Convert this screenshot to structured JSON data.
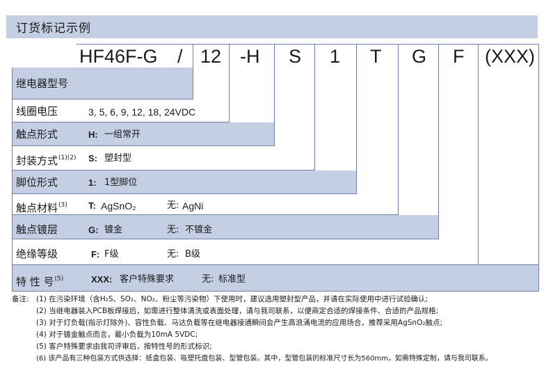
{
  "header": {
    "title": "订货标记示例"
  },
  "code": {
    "parts": [
      "HF46F-G",
      "/",
      "12",
      "-H",
      "S",
      "1",
      "T",
      "G",
      "F",
      "(XXX)"
    ]
  },
  "rows": [
    {
      "label": "继电器型号",
      "sup": "",
      "key": "",
      "value": "",
      "key2": "",
      "value2": ""
    },
    {
      "label": "线圈电压",
      "sup": "",
      "key": "",
      "value": "3, 5, 6, 9, 12, 18, 24VDC",
      "key2": "",
      "value2": ""
    },
    {
      "label": "触点形式",
      "sup": "",
      "key": "H:",
      "value": "一组常开",
      "key2": "",
      "value2": ""
    },
    {
      "label": "封装方式",
      "sup": "(1)(2)",
      "key": "S:",
      "value": "塑封型",
      "key2": "",
      "value2": ""
    },
    {
      "label": "脚位形式",
      "sup": "",
      "key": "1:",
      "value": "1型脚位",
      "key2": "",
      "value2": ""
    },
    {
      "label": "触点材料",
      "sup": "(3)",
      "key": "T:",
      "value": "AgSnO₂",
      "key2": "无:",
      "value2": "AgNi"
    },
    {
      "label": "触点镀层",
      "sup": "",
      "key": "G:",
      "value": "镀金",
      "key2": "无:",
      "value2": "不镀金"
    },
    {
      "label": "绝缘等级",
      "sup": "",
      "key": "F:",
      "value": "F级",
      "key2": "无:",
      "value2": "B级"
    },
    {
      "label": "特 性 号",
      "sup": "(5)",
      "key": "XXX:",
      "value": "客户特殊要求",
      "key2": "无:",
      "value2": "标准型"
    }
  ],
  "notes": {
    "prefix": "备注:",
    "items": [
      "(1) 在污染环境（含H₂S、SO₂、NO₂、粉尘等污染物）下使用时，建议选用塑封型产品，并请在实际使用中进行试验确认;",
      "(2) 当继电器装入PCB板焊接后，如需进行整体清洗或表面处理，请与我司联系，以便商定合适的焊接条件、合适的产品规格;",
      "(3) 对于灯负载(指示灯除外)、容性负载、马达负载等在继电器接通瞬间会产生高浪涌电流的应用场合，推荐采用AgSnO₂触点;",
      "(4) 对于镀金触点而言，最小负载为10mA 5VDC;",
      "(5) 客户特殊要求由我司评审后，按特性号的形式标识;",
      "(6) 该产品有三种包装方式供选择：纸盒包装、吸塑托盘包装、型管包装。其中，型管包装的标准尺寸长为560mm，如需特殊定制，请与我司联系。"
    ]
  },
  "colors": {
    "fill": "#c5cfe3",
    "border": "#6f7fa8",
    "text": "#1a1a1a"
  }
}
